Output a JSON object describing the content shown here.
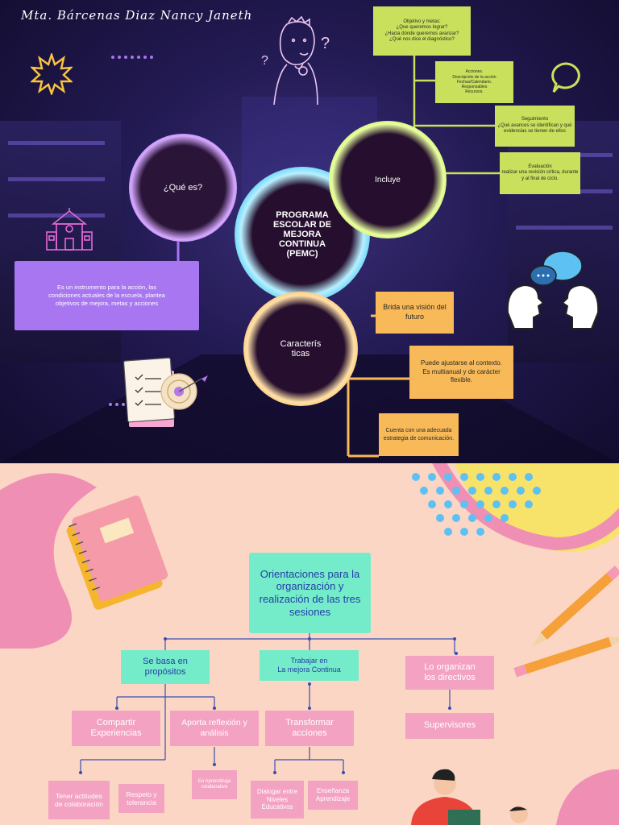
{
  "author": "Mta.  Bárcenas Diaz Nancy Janeth",
  "colors": {
    "green": "#c8e05b",
    "orange": "#f8b958",
    "purple": "#a776f0",
    "cyan": "#6fd6f6",
    "pink": "#f3a2c1",
    "turquoise": "#74ebc9",
    "peach": "#fbd6c4"
  },
  "center": {
    "title": "PROGRAMA\nESCOLAR DE\nMEJORA\nCONTINUA\n(PEMC)"
  },
  "que_es": {
    "label": "¿Qué es?",
    "text": "Es un instrumento para la acción, las condiciones actuales de la escuela, plantea objetivos de mejora, metas y acciones"
  },
  "incluye": {
    "label": "Incluye",
    "items": [
      "Objetivo y metas:\n¿Que queremos lograr?\n¿Hacia dónde queremos avanzar?\n¿Qué nos dice el diagnóstico?",
      "Acciones.\nDescripción de la acción\nFechas/Calendario.\nResponsables\nRecursos.",
      "Seguimiento\n¿Qué avances se identifican y qué evidencias se tienen de ellos",
      "Evaluación\nrealizar una revisión crítica, durante y al final de ciclo."
    ]
  },
  "caracteristicas": {
    "label": "Caracterís\nticas",
    "items": [
      "Brida una visión del futuro",
      "Puede ajustarse al contexto.\nEs multianual y de carácter flexible.",
      "Cuenta con una adecuada estrategia de comunicación."
    ]
  },
  "orientaciones": {
    "title": "Orientaciones para la organización y realización de las tres sesiones",
    "branch1": {
      "label": "Se basa en propósitos",
      "children": [
        "Compartir Experiencias",
        "Aporta reflexión y análisis"
      ],
      "leaves_left": [
        "Tener actitudes de colaboración",
        "Respeto y tolerancia"
      ],
      "leaves_right": [
        "En Aprendizaja colaborativo"
      ]
    },
    "branch2": {
      "label": "Trabajar en\nLa mejora Continua",
      "child": "Transformar acciones",
      "leaves": [
        "Dialogar entre Niveles Educativos",
        "Enseñanza Aprendizaje"
      ]
    },
    "branch3": {
      "label": "Lo organizan\nlos  directivos",
      "child": "Supervisores"
    }
  }
}
